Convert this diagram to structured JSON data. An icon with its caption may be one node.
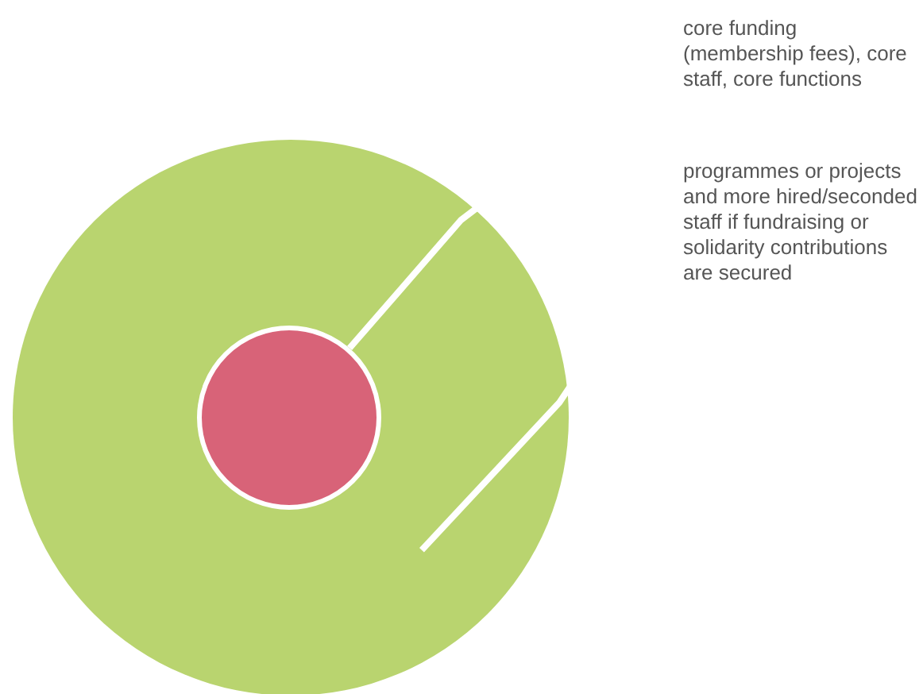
{
  "diagram": {
    "nodes": [
      {
        "text": [],
        "shape": "circle"
      },
      {
        "text": [],
        "shape": "circle",
        "in": 0
      },
      {
        "text": [
          "core funding (membership fees), core staff, core functions"
        ]
      },
      {
        "text": [
          "programmes or projects and more hired/seconded staff if fundraising or solidarity contributions are secured"
        ]
      }
    ],
    "edges": [
      {
        "from": 2,
        "to": 1,
        "arrow": "none"
      },
      {
        "from": 3,
        "to": 0,
        "arrow": "none"
      }
    ]
  }
}
